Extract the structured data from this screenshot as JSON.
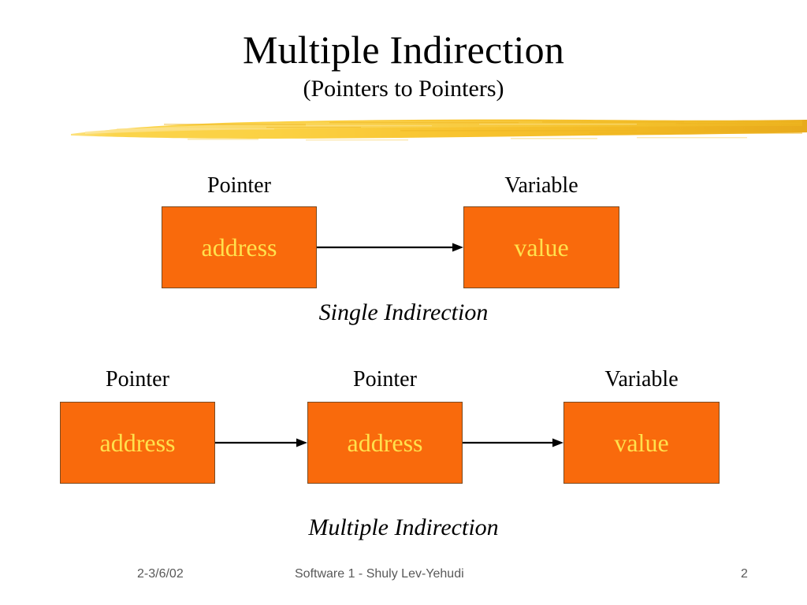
{
  "slide": {
    "title": "Multiple Indirection",
    "subtitle": "(Pointers to Pointers)"
  },
  "colors": {
    "box_fill": "#F96A0C",
    "box_border": "#7A4A20",
    "box_text": "#FFE14D",
    "brush_light": "#FBD44B",
    "brush_mid": "#F8C430",
    "brush_dark": "#E8AA1C",
    "label_text": "#000000",
    "footer_text": "#595959",
    "background": "#FFFFFF"
  },
  "diagrams": [
    {
      "name": "single-indirection",
      "caption": "Single Indirection",
      "nodes": [
        {
          "label": "Pointer",
          "value": "address"
        },
        {
          "label": "Variable",
          "value": "value"
        }
      ],
      "arrows": 1
    },
    {
      "name": "multiple-indirection",
      "caption": "Multiple Indirection",
      "nodes": [
        {
          "label": "Pointer",
          "value": "address"
        },
        {
          "label": "Pointer",
          "value": "address"
        },
        {
          "label": "Variable",
          "value": "value"
        }
      ],
      "arrows": 2
    }
  ],
  "footer": {
    "date": "2-3/6/02",
    "center": "Software 1 - Shuly Lev-Yehudi",
    "page": "2"
  }
}
